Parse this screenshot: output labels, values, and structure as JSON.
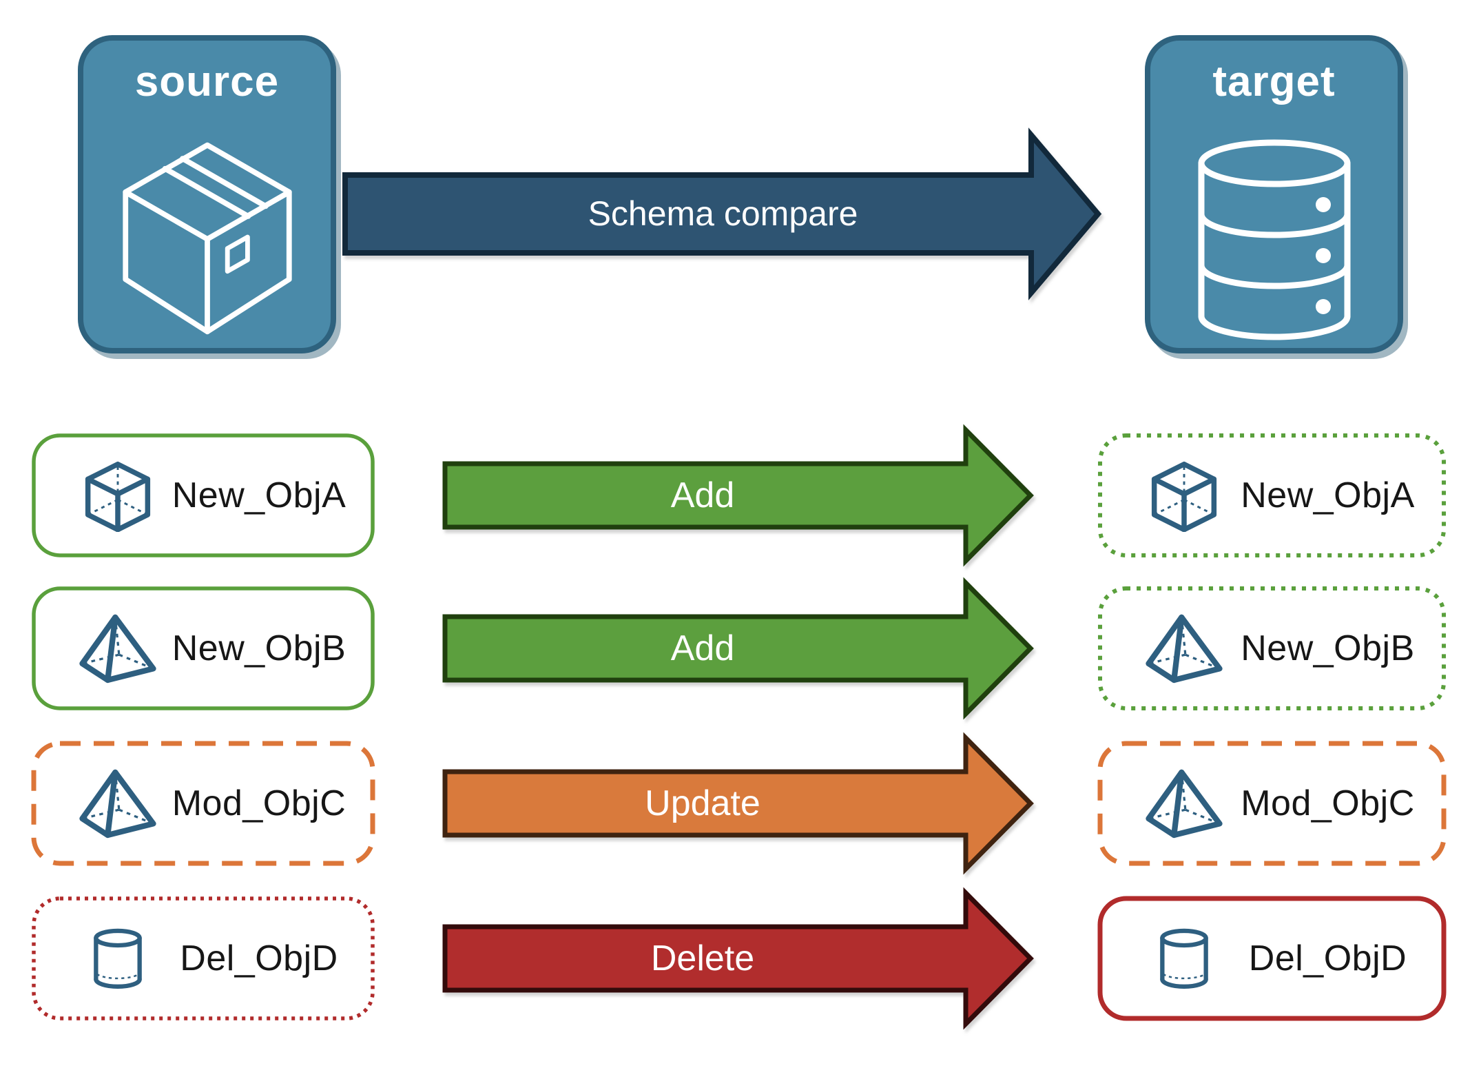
{
  "panels": {
    "source": {
      "label": "source",
      "icon": "package-icon"
    },
    "target": {
      "label": "target",
      "icon": "database-icon"
    }
  },
  "main_arrow": {
    "label": "Schema compare",
    "fill": "#2E5472",
    "border": "#12293B"
  },
  "rows": [
    {
      "object": "New_ObjA",
      "icon": "cube-icon",
      "action": "Add",
      "color": "#5AA03C",
      "arrow_fill": "#5C9F3E",
      "arrow_border": "#20400E",
      "source_box_border": "solid",
      "target_box_border": "dotted"
    },
    {
      "object": "New_ObjB",
      "icon": "pyramid-icon",
      "action": "Add",
      "color": "#5AA03C",
      "arrow_fill": "#5C9F3E",
      "arrow_border": "#20400E",
      "source_box_border": "solid",
      "target_box_border": "dotted"
    },
    {
      "object": "Mod_ObjC",
      "icon": "pyramid-icon",
      "action": "Update",
      "color": "#DC7639",
      "arrow_fill": "#D97A3C",
      "arrow_border": "#3F2310",
      "source_box_border": "dashed",
      "target_box_border": "dashed"
    },
    {
      "object": "Del_ObjD",
      "icon": "cylinder-icon",
      "action": "Delete",
      "color": "#B12B2B",
      "arrow_fill": "#B12D2D",
      "arrow_border": "#330B0B",
      "source_box_border": "dotted",
      "target_box_border": "solid"
    }
  ],
  "colors": {
    "panel_fill": "#4A8AA9",
    "panel_border": "#2E627E",
    "object_icon": "#2E5F80",
    "label_text": "#161616",
    "background": "#FFFFFF"
  }
}
